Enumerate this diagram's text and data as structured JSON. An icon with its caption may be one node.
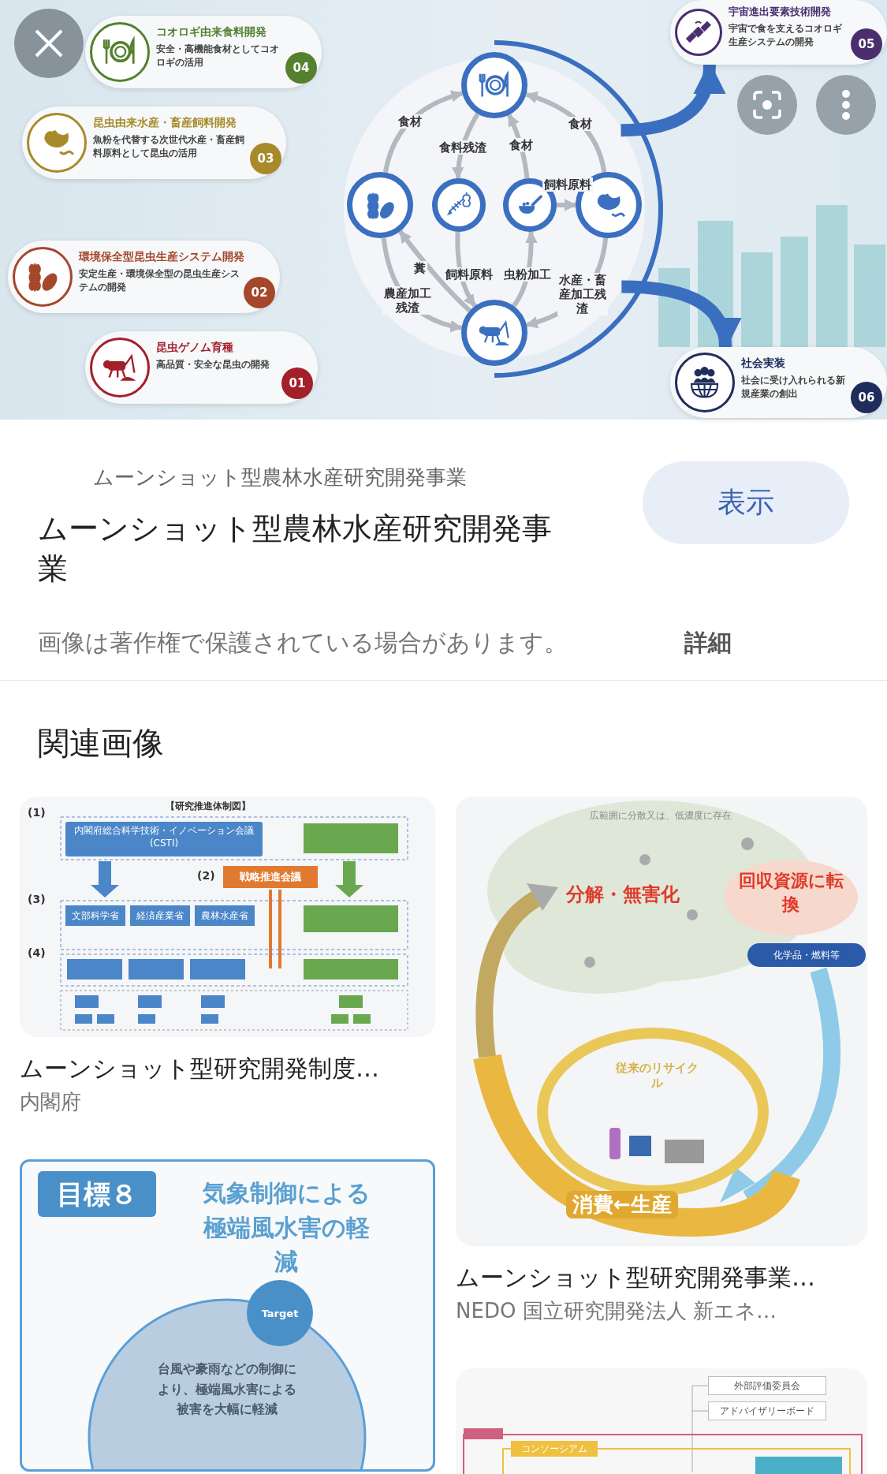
{
  "diagram": {
    "nodes": [
      {
        "text": [
          "コオロギ由来食料開発",
          "安全・高機能食材としてコオロギの活用",
          "04"
        ]
      },
      {
        "text": [
          "昆虫由来水産・畜産飼料開発",
          "魚粉を代替する次世代水産・畜産飼料原料として昆虫の活用",
          "03"
        ]
      },
      {
        "text": [
          "環境保全型昆虫生産システム開発",
          "安定生産・環境保全型の昆虫生産システムの開発",
          "02"
        ]
      },
      {
        "text": [
          "昆虫ゲノム育種",
          "高品質・安全な昆虫の開発",
          "01"
        ]
      },
      {
        "text": [],
        "shape": "circle"
      },
      {
        "text": [],
        "shape": "picture",
        "in": 4
      },
      {
        "text": [],
        "shape": "picture",
        "in": 4
      },
      {
        "text": [],
        "shape": "picture",
        "in": 4
      },
      {
        "text": [],
        "shape": "picture",
        "in": 4
      },
      {
        "text": [],
        "shape": "picture",
        "in": 4
      },
      {
        "text": [],
        "shape": "picture",
        "in": 4
      },
      {
        "text": [
          "宇宙進出要素技術開発",
          "宇宙で食を支えるコオロギ生産システムの開発",
          "05"
        ]
      },
      {
        "text": [
          "社会実装",
          "社会に受け入れられる新規産業の創出",
          "06"
        ]
      },
      {
        "text": [
          "【研究推進体制図】",
          "(1)",
          "内閣府総合科学技術・イノベーション会議(CSTI)",
          "(2)",
          "戦略推進会議",
          "(3)",
          "文部科学省",
          "経済産業省",
          "農林水産省",
          "(4)"
        ],
        "beside": [
          "ムーンショット型研究開発制度…",
          "内閣府"
        ]
      },
      {
        "text": [
          "広範囲に分散又は、低濃度に存在",
          "分解・無害化",
          "回収資源に転換",
          "化学品・燃料等",
          "従来のリサイクル",
          "消費←生産"
        ],
        "beside": [
          "ムーンショット型研究開発事業…",
          "NEDO 国立研究開発法人 新エネ…"
        ]
      },
      {
        "text": [
          "目標８",
          "気象制御による極端風水害の軽減",
          "Target",
          "台風や豪雨などの制御により、極端風水害による被害を大幅に軽減"
        ]
      },
      {
        "text": [
          "外部評価委員会",
          "アドバイザリーボード",
          "コンソーシアム"
        ]
      }
    ],
    "edges": [
      {
        "from": 6,
        "to": 5,
        "arrow": "to",
        "label": "食材"
      },
      {
        "from": 5,
        "to": 7,
        "arrow": "to",
        "label": "食料残渣"
      },
      {
        "from": 8,
        "to": 5,
        "arrow": "to",
        "label": "食材"
      },
      {
        "from": 9,
        "to": 5,
        "arrow": "to",
        "label": "食材"
      },
      {
        "from": 8,
        "to": 9,
        "arrow": "to",
        "label": "飼料原料"
      },
      {
        "from": 7,
        "to": 10,
        "arrow": "to",
        "label": "飼料原料"
      },
      {
        "from": 10,
        "to": 8,
        "arrow": "to",
        "label": "虫粉加工"
      },
      {
        "from": 9,
        "to": 10,
        "arrow": "to",
        "label": "水産・畜産加工残渣"
      },
      {
        "from": 6,
        "to": 10,
        "arrow": "to",
        "label": "農産加工残渣"
      },
      {
        "from": 10,
        "to": 6,
        "arrow": "to",
        "label": "糞"
      },
      {
        "from": 4,
        "to": 11,
        "arrow": "to",
        "style": "thick",
        "color": "#3a6fc0"
      },
      {
        "from": 4,
        "to": 12,
        "arrow": "to",
        "style": "thick",
        "color": "#3a6fc0"
      }
    ],
    "labels": [
      "ムーンショット型農林水産研究開発事業",
      "ムーンショット型農林水産研究開発事業",
      "表示",
      "画像は著作権で保護されている場合があります。",
      "詳細",
      "関連画像"
    ]
  }
}
